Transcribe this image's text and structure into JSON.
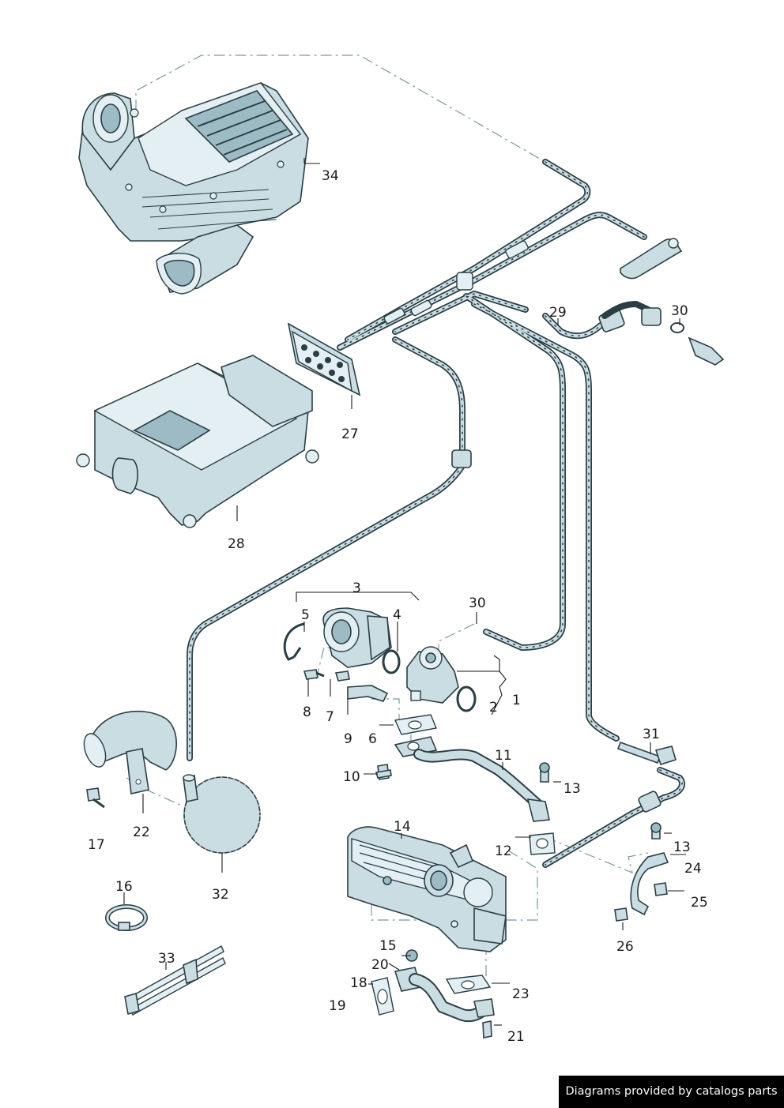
{
  "callouts": {
    "p1": "1",
    "p2": "2",
    "p3": "3",
    "p4": "4",
    "p5": "5",
    "p6": "6",
    "p7": "7",
    "p8": "8",
    "p9": "9",
    "p10": "10",
    "p11": "11",
    "p12": "12",
    "p13a": "13",
    "p13b": "13",
    "p14": "14",
    "p15": "15",
    "p16": "16",
    "p17": "17",
    "p18": "18",
    "p19": "19",
    "p20": "20",
    "p21": "21",
    "p22": "22",
    "p23": "23",
    "p24": "24",
    "p25": "25",
    "p26": "26",
    "p27": "27",
    "p28": "28",
    "p29": "29",
    "p30a": "30",
    "p30b": "30",
    "p31": "31",
    "p32": "32",
    "p33": "33",
    "p34": "34"
  },
  "footer": {
    "credit": "Diagrams provided by catalogs parts"
  }
}
